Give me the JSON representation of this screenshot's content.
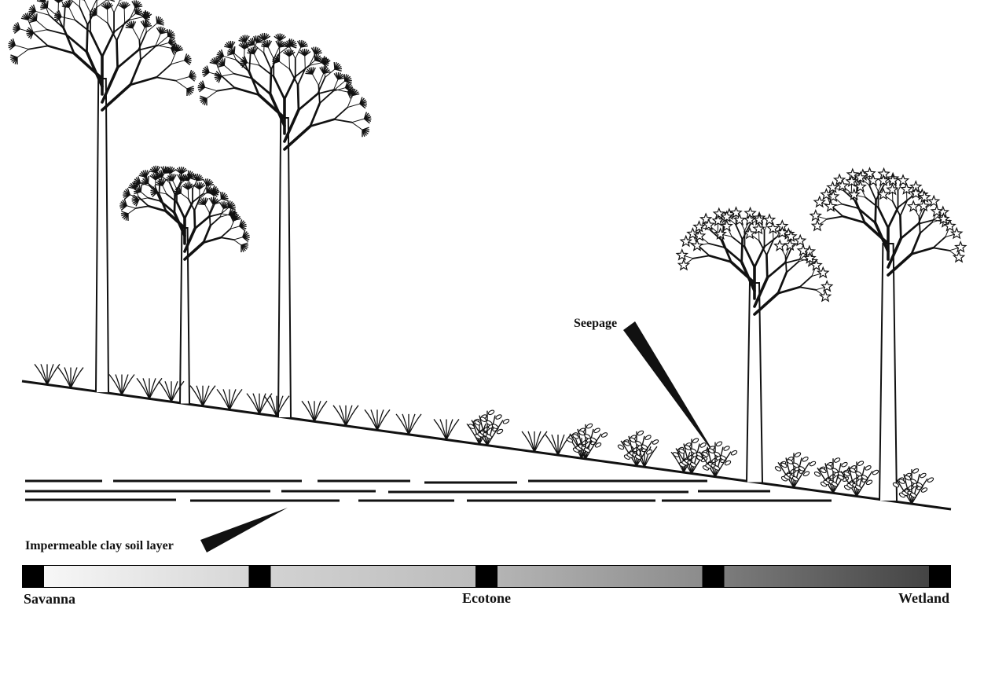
{
  "labels": {
    "seepage": "Seepage",
    "clay_layer": "Impermeable clay soil layer",
    "savanna": "Savanna",
    "ecotone": "Ecotone",
    "wetland": "Wetland"
  },
  "gradient_bar": {
    "segment_count": 4,
    "segment_colors": [
      [
        "#f7f7f7",
        "#d6d6d6"
      ],
      [
        "#d2d2d2",
        "#bcbcbc"
      ],
      [
        "#b4b4b4",
        "#8c8c8c"
      ],
      [
        "#7c7c7c",
        "#444444"
      ]
    ],
    "divider_color": "#000000"
  },
  "colors": {
    "ink": "#111111",
    "background": "#ffffff"
  },
  "vegetation": {
    "pine_trees": 3,
    "broadleaf_trees": 2,
    "grass_tufts": 20,
    "shrubs": 9
  }
}
